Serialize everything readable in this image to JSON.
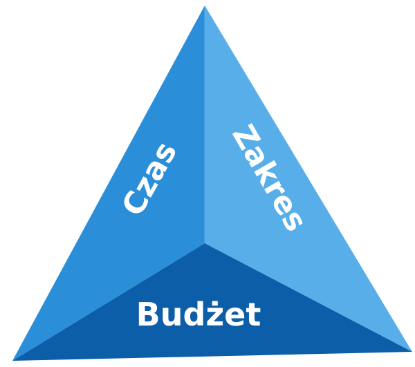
{
  "diagram": {
    "faces": {
      "left": {
        "label": "Czas",
        "color": "#2a8fd8"
      },
      "right": {
        "label": "Zakres",
        "color": "#58aee9"
      },
      "bottom": {
        "label": "Budżet",
        "color": "#0d5ea8"
      }
    }
  }
}
